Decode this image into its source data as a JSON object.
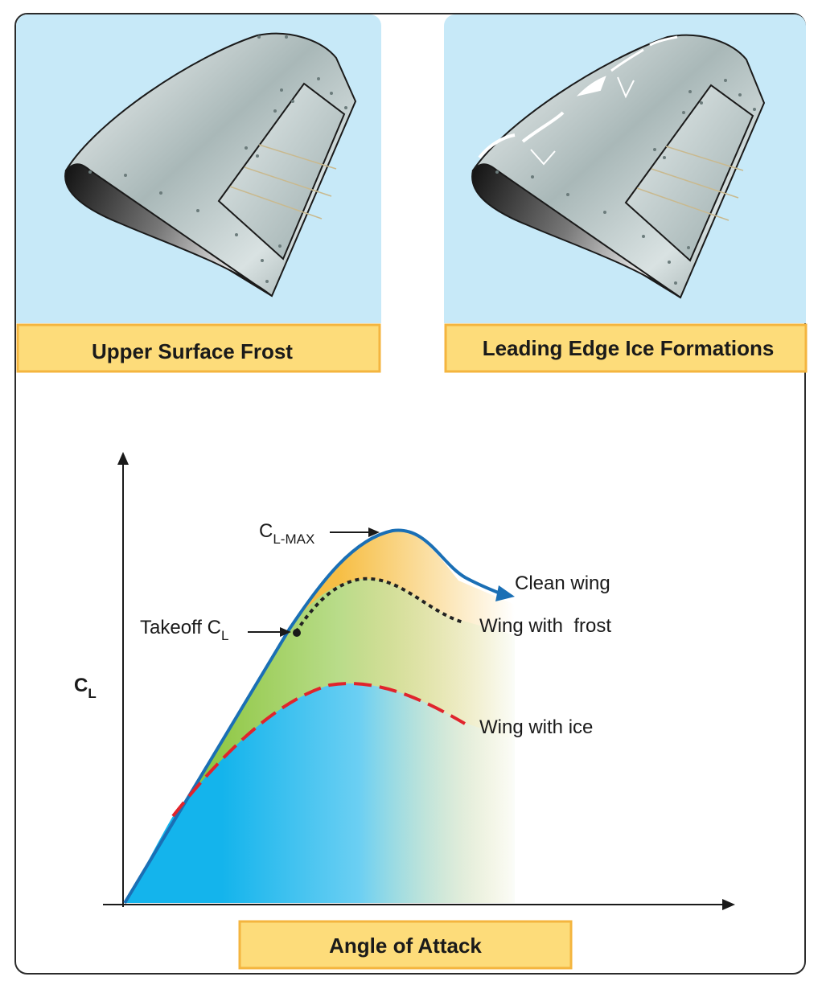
{
  "panels": [
    {
      "caption": "Upper Surface Frost",
      "condition": "frost"
    },
    {
      "caption": "Leading Edge Ice Formations",
      "condition": "ice"
    }
  ],
  "chart": {
    "y_axis_label": "C",
    "y_axis_sub": "L",
    "x_axis_label": "Angle of Attack",
    "annotations": {
      "clmax_main": "C",
      "clmax_sub": "L-MAX",
      "takeoff_main": "Takeoff C",
      "takeoff_sub": "L"
    },
    "curves": [
      {
        "label": "Clean wing",
        "color": "#1a6fb5",
        "style": "solid",
        "fill": "#f5b324"
      },
      {
        "label": "Wing with  frost",
        "color": "#222222",
        "style": "dotted",
        "fill": "#8cc63f"
      },
      {
        "label": "Wing with ice",
        "color": "#e0242c",
        "style": "dashed",
        "fill": "#14b4ec"
      }
    ]
  },
  "colors": {
    "sky": "#c7e9f8",
    "caption_fill": "#fddc7a",
    "caption_border": "#f4b53f",
    "outline": "#1a1a1a"
  }
}
